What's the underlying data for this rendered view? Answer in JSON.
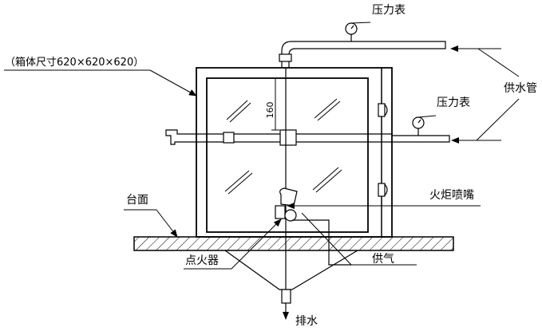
{
  "labels": {
    "box_size": "（箱体尺寸620×620×620）",
    "pressure_gauge_top": "压力表",
    "pressure_gauge_side": "压力表",
    "water_supply_pipe": "供水管",
    "torch_nozzle": "火炬喷嘴",
    "table_top": "台面",
    "igniter": "点火器",
    "gas_supply": "供气",
    "drain": "排水",
    "dimension_160": "160"
  },
  "colors": {
    "line": "#000000",
    "background": "#ffffff"
  }
}
